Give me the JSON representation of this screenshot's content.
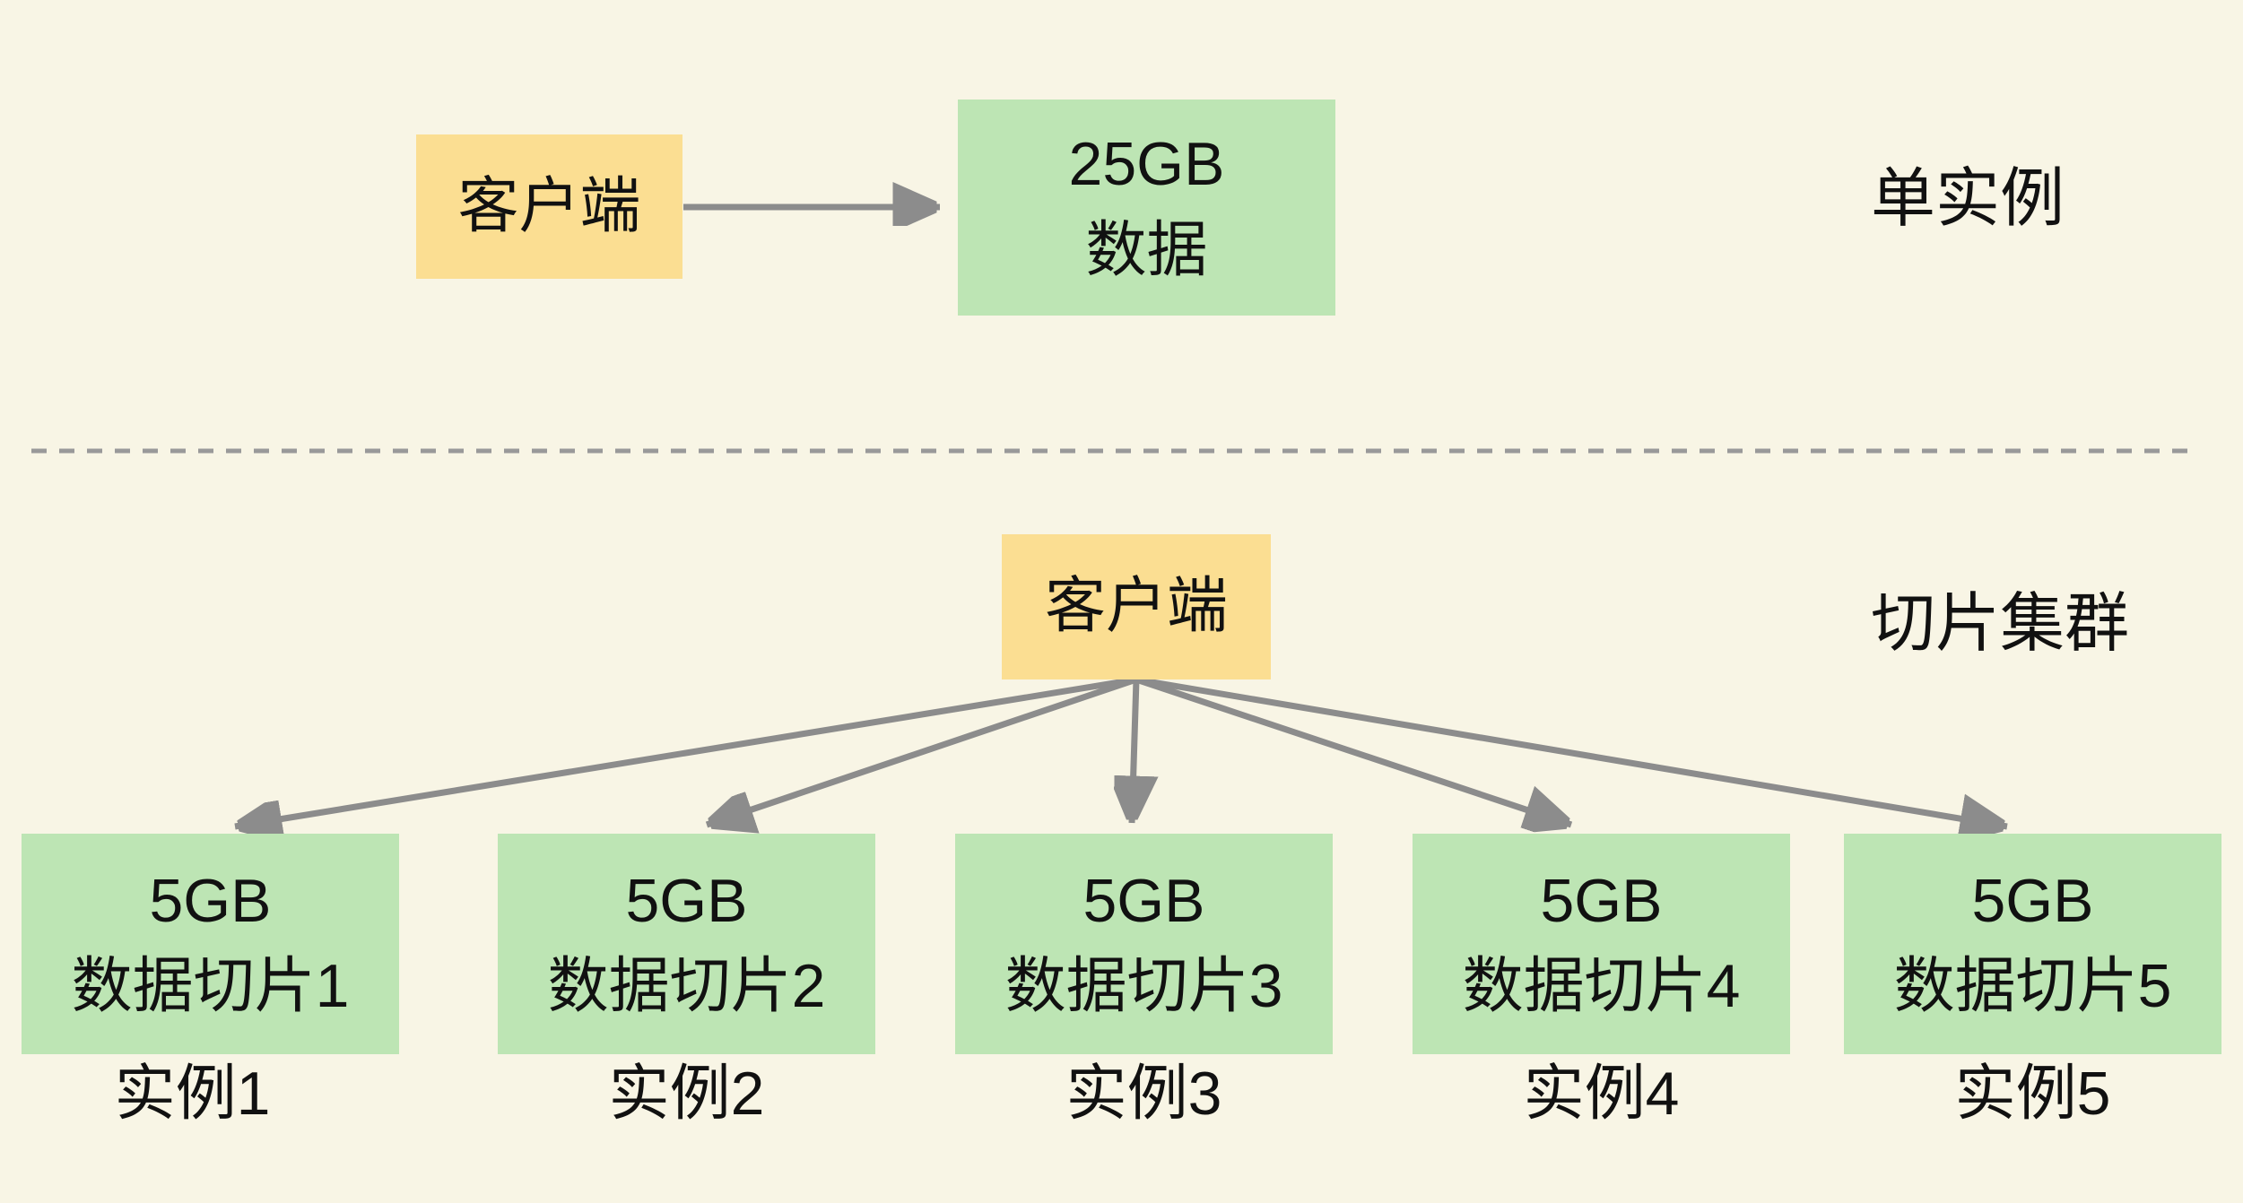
{
  "colors": {
    "background": "#F8F5E5",
    "client_box_fill": "#FBDE92",
    "data_box_fill": "#BDE5B4",
    "arrow": "#8C8C8C",
    "divider": "#999999",
    "text": "#111111"
  },
  "single_instance": {
    "section_label": "单实例",
    "client_label": "客户端",
    "data_box": {
      "line1": "25GB",
      "line2": "数据"
    }
  },
  "sharded_cluster": {
    "section_label": "切片集群",
    "client_label": "客户端",
    "shards": [
      {
        "line1": "5GB",
        "line2": "数据切片1",
        "instance_label": "实例1"
      },
      {
        "line1": "5GB",
        "line2": "数据切片2",
        "instance_label": "实例2"
      },
      {
        "line1": "5GB",
        "line2": "数据切片3",
        "instance_label": "实例3"
      },
      {
        "line1": "5GB",
        "line2": "数据切片4",
        "instance_label": "实例4"
      },
      {
        "line1": "5GB",
        "line2": "数据切片5",
        "instance_label": "实例5"
      }
    ]
  }
}
